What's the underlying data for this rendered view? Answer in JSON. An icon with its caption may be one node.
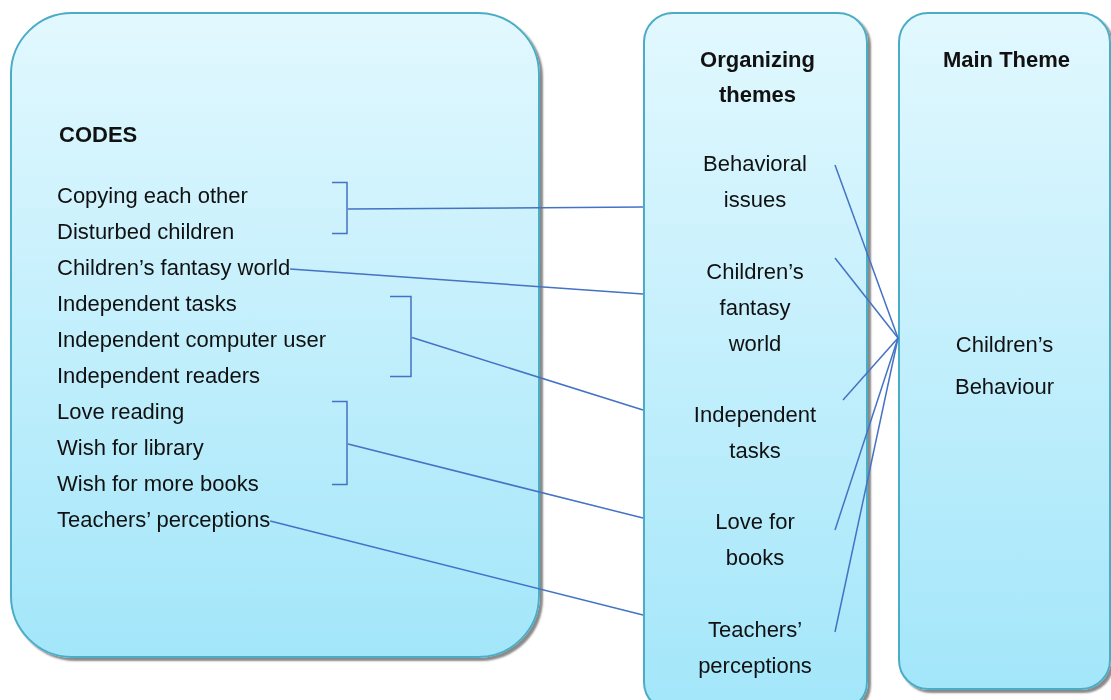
{
  "diagram": {
    "nodes": [
      {
        "text": [
          "CODES"
        ]
      },
      {
        "text": [
          "Copying each other"
        ],
        "in": 0
      },
      {
        "text": [
          "Disturbed children"
        ],
        "in": 0
      },
      {
        "text": [],
        "shape": "bracket",
        "in": 0
      },
      {
        "text": [
          "Children’s fantasy world"
        ],
        "in": 0
      },
      {
        "text": [
          "Independent tasks"
        ],
        "in": 0
      },
      {
        "text": [
          "Independent computer user"
        ],
        "in": 0
      },
      {
        "text": [
          "Independent readers"
        ],
        "in": 0
      },
      {
        "text": [],
        "shape": "bracket",
        "in": 0
      },
      {
        "text": [
          "Love reading"
        ],
        "in": 0
      },
      {
        "text": [
          "Wish for library"
        ],
        "in": 0
      },
      {
        "text": [
          "Wish for more books"
        ],
        "in": 0
      },
      {
        "text": [],
        "shape": "bracket",
        "in": 0
      },
      {
        "text": [
          "Teachers’ perceptions"
        ],
        "in": 0
      },
      {
        "text": [
          "Organizing themes"
        ]
      },
      {
        "text": [
          "Behavioral issues"
        ],
        "in": 14
      },
      {
        "text": [
          "Children’s fantasy world"
        ],
        "in": 14
      },
      {
        "text": [
          "Independent tasks"
        ],
        "in": 14
      },
      {
        "text": [
          "Love for books"
        ],
        "in": 14
      },
      {
        "text": [
          "Teachers’ perceptions"
        ],
        "in": 14
      },
      {
        "text": [
          "Main Theme",
          "Children’s Behaviour"
        ]
      }
    ],
    "edges": [
      {
        "from": 3,
        "to": 15,
        "arrow": "none"
      },
      {
        "from": 4,
        "to": 16,
        "arrow": "none"
      },
      {
        "from": 8,
        "to": 17,
        "arrow": "none"
      },
      {
        "from": 12,
        "to": 18,
        "arrow": "none"
      },
      {
        "from": 13,
        "to": 19,
        "arrow": "none"
      },
      {
        "from": 15,
        "to": 20,
        "arrow": "none"
      },
      {
        "from": 16,
        "to": 20,
        "arrow": "none"
      },
      {
        "from": 17,
        "to": 20,
        "arrow": "none"
      },
      {
        "from": 18,
        "to": 20,
        "arrow": "none"
      },
      {
        "from": 19,
        "to": 20,
        "arrow": "none"
      }
    ]
  }
}
